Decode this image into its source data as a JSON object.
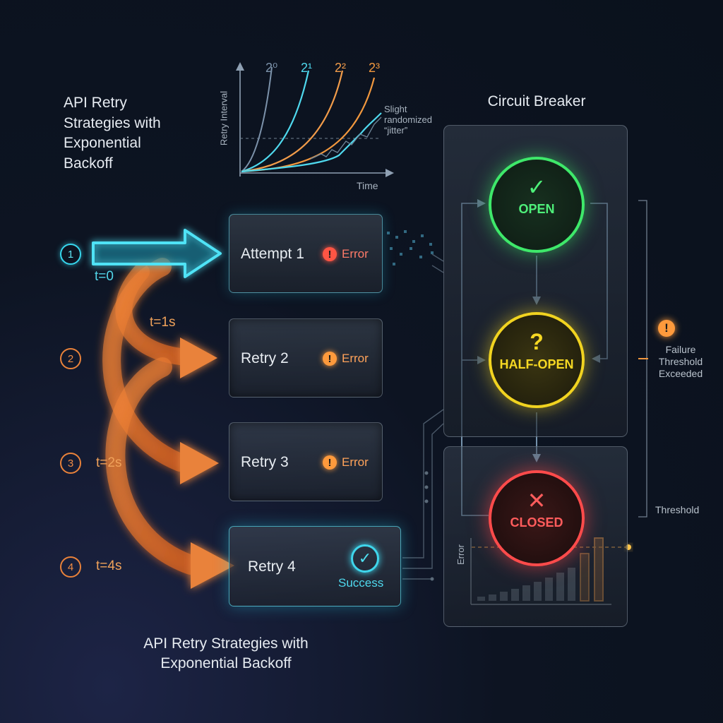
{
  "title": "API Retry Strategies with Exponential Backoff",
  "caption": "API Retry Strategies with Exponential Backoff",
  "backoff_chart": {
    "ylabel": "Retry Interval",
    "xlabel": "Time",
    "curve_labels": [
      "2⁰",
      "2¹",
      "2²",
      "2³"
    ],
    "jitter_note": "Slight randomized “jitter”"
  },
  "steps": [
    {
      "num": "1",
      "time": "t=0",
      "label": "Attempt 1",
      "status": "Error",
      "status_icon": "!"
    },
    {
      "num": "2",
      "time": "t=1s",
      "label": "Retry 2",
      "status": "Error",
      "status_icon": "!"
    },
    {
      "num": "3",
      "time": "t=2s",
      "label": "Retry 3",
      "status": "Error",
      "status_icon": "!"
    },
    {
      "num": "4",
      "time": "t=4s",
      "label": "Retry 4",
      "status": "Success",
      "status_icon": "✓"
    }
  ],
  "circuit_breaker": {
    "title": "Circuit Breaker",
    "states": [
      {
        "name": "OPEN",
        "icon": "✓",
        "color": "#3ee86a"
      },
      {
        "name": "HALF-OPEN",
        "icon": "?",
        "color": "#f1d320"
      },
      {
        "name": "CLOSED",
        "icon": "✕",
        "color": "#ff4b4b"
      }
    ],
    "failure_note": "Failure Threshold Exceeded",
    "failure_icon": "!",
    "threshold_label": "Threshold",
    "error_axis_label": "Error"
  },
  "colors": {
    "cyan": "#37d7ee",
    "orange": "#e9823a",
    "green": "#3ee86a",
    "yellow": "#f1d320",
    "red": "#ff4b4b"
  }
}
